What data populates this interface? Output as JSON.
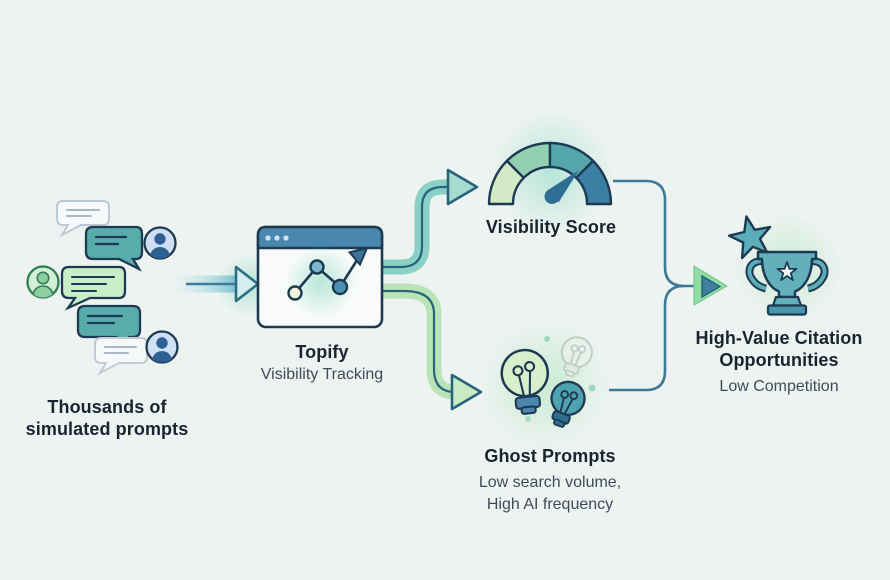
{
  "diagram_title": "Topify visibility tracking flow",
  "nodes": {
    "prompts": {
      "line1": "Thousands of",
      "line2": "simulated prompts",
      "icon": "chat-bubbles-with-avatars"
    },
    "topify": {
      "title": "Topify",
      "subtitle": "Visibility Tracking",
      "icon": "browser-window-line-chart"
    },
    "score": {
      "title": "Visibility Score",
      "icon": "gauge-meter"
    },
    "ghost": {
      "title": "Ghost Prompts",
      "sub1": "Low search volume,",
      "sub2": "High AI frequency",
      "icon": "lightbulbs"
    },
    "opportunity": {
      "line1": "High-Value Citation",
      "line2": "Opportunities",
      "subtitle": "Low Competition",
      "icon": "trophy-with-star"
    }
  },
  "flow": [
    "prompts -> topify",
    "topify -> score",
    "topify -> ghost",
    "score -> opportunity",
    "ghost -> opportunity"
  ],
  "palette": {
    "background": "#edf3f1",
    "outline_dark": "#1e3a52",
    "teal_fill": "#58acac",
    "light_green_fill": "#c9edc7",
    "band_teal": "#8ad0c4",
    "band_green": "#b9e4b6",
    "connector_blue": "#3c7a96",
    "steel_blue": "#4a86ad",
    "gauge_segments": [
      "#d2eac6",
      "#93d0b0",
      "#55a7ab",
      "#3b7fa3"
    ],
    "needle": "#2f6f94",
    "title_text": "#18242e",
    "subtitle_text": "#3e4c58"
  }
}
